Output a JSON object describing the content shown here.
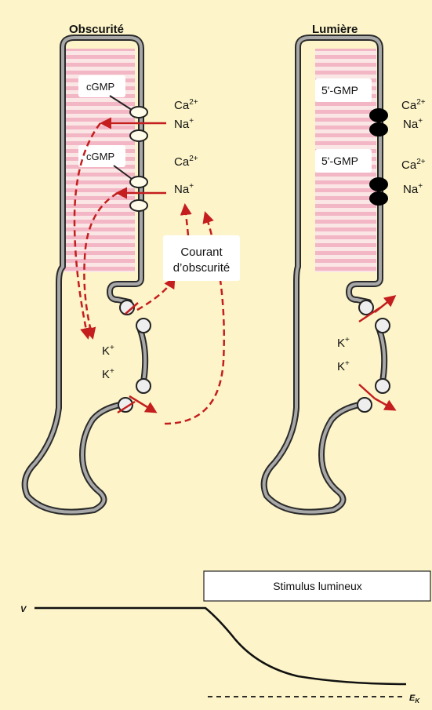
{
  "panels": {
    "dark": {
      "title": "Obscurité",
      "channel_top": "cGMP",
      "channel_bottom": "cGMP",
      "ion_ca": "Ca",
      "ion_ca_sup": "2+",
      "ion_na": "Na",
      "ion_na_sup": "+",
      "current_line1": "Courant",
      "current_line2": "d’obscurité",
      "k1": "K",
      "k2": "K",
      "k_sup": "+"
    },
    "light": {
      "title": "Lumière",
      "channel_top": "5'-GMP",
      "channel_bottom": "5'-GMP",
      "ion_ca": "Ca",
      "ion_ca_sup": "2+",
      "ion_na": "Na",
      "ion_na_sup": "+",
      "k1": "K",
      "k2": "K",
      "k_sup": "+"
    }
  },
  "graph": {
    "stimulus_label": "Stimulus lumineux",
    "v_label": "V",
    "ek_label": "E",
    "ek_sub": "K"
  },
  "colors": {
    "background": "#fdf5c9",
    "disc_pink": "#f2b6c4",
    "membrane_gray": "#9a9a9a",
    "arrow_red": "#c41e1e",
    "closed_channel": "#000000"
  }
}
